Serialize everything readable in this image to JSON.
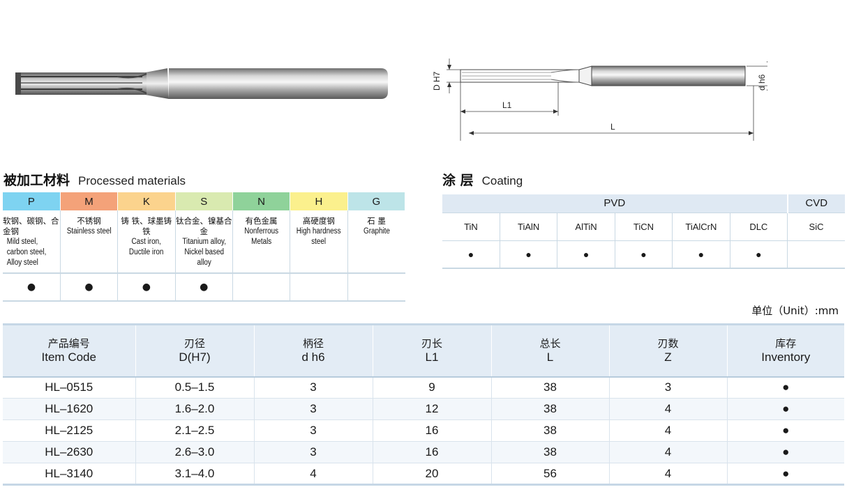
{
  "drawing": {
    "d_label": "D H7",
    "dh_label": "d h6",
    "l1_label": "L1",
    "l_label": "L"
  },
  "materials": {
    "title_cn": "被加工材料",
    "title_en": "Processed materials",
    "columns": [
      {
        "code": "P",
        "color": "#7ed3f1",
        "cn": "软钢、碳钢、合金钢",
        "en": "Mild steel, carbon steel, Alloy steel",
        "mark": "●"
      },
      {
        "code": "M",
        "color": "#f4a279",
        "cn": "不锈钢",
        "en": "Stainless steel",
        "mark": "●"
      },
      {
        "code": "K",
        "color": "#fbd38d",
        "cn": "铸 铁、球墨铸铁",
        "en": "Cast iron, Ductile iron",
        "mark": "●"
      },
      {
        "code": "S",
        "color": "#d9eab0",
        "cn": "钛合金、镍基合金",
        "en": "Titanium alloy, Nickel based alloy",
        "mark": "●"
      },
      {
        "code": "N",
        "color": "#8fd29a",
        "cn": "有色金属",
        "en": "Nonferrous Metals",
        "mark": ""
      },
      {
        "code": "H",
        "color": "#fbf08d",
        "cn": "高硬度钢",
        "en": "High hardness steel",
        "mark": ""
      },
      {
        "code": "G",
        "color": "#bde4e8",
        "cn": "石 墨",
        "en": "Graphite",
        "mark": ""
      }
    ]
  },
  "coating": {
    "title_cn": "涂 层",
    "title_en": "Coating",
    "pvd_label": "PVD",
    "cvd_label": "CVD",
    "items": [
      {
        "name": "TiN",
        "mark": "●"
      },
      {
        "name": "TiAlN",
        "mark": "●"
      },
      {
        "name": "AlTiN",
        "mark": "●"
      },
      {
        "name": "TiCN",
        "mark": "●"
      },
      {
        "name": "TiAlCrN",
        "mark": "●"
      },
      {
        "name": "DLC",
        "mark": "●"
      },
      {
        "name": "SiC",
        "mark": ""
      }
    ]
  },
  "unit_note": "单位（Unit）:mm",
  "items_table": {
    "headers": [
      {
        "cn": "产品编号",
        "en": "Item Code"
      },
      {
        "cn": "刃径",
        "en": "D(H7)"
      },
      {
        "cn": "柄径",
        "en": "d h6"
      },
      {
        "cn": "刃长",
        "en": "L1"
      },
      {
        "cn": "总长",
        "en": "L"
      },
      {
        "cn": "刃数",
        "en": "Z"
      },
      {
        "cn": "库存",
        "en": "Inventory"
      }
    ],
    "rows": [
      [
        "HL–0515",
        "0.5–1.5",
        "3",
        "9",
        "38",
        "3",
        "●"
      ],
      [
        "HL–1620",
        "1.6–2.0",
        "3",
        "12",
        "38",
        "4",
        "●"
      ],
      [
        "HL–2125",
        "2.1–2.5",
        "3",
        "16",
        "38",
        "4",
        "●"
      ],
      [
        "HL–2630",
        "2.6–3.0",
        "3",
        "16",
        "38",
        "4",
        "●"
      ],
      [
        "HL–3140",
        "3.1–4.0",
        "4",
        "20",
        "56",
        "4",
        "●"
      ]
    ]
  }
}
